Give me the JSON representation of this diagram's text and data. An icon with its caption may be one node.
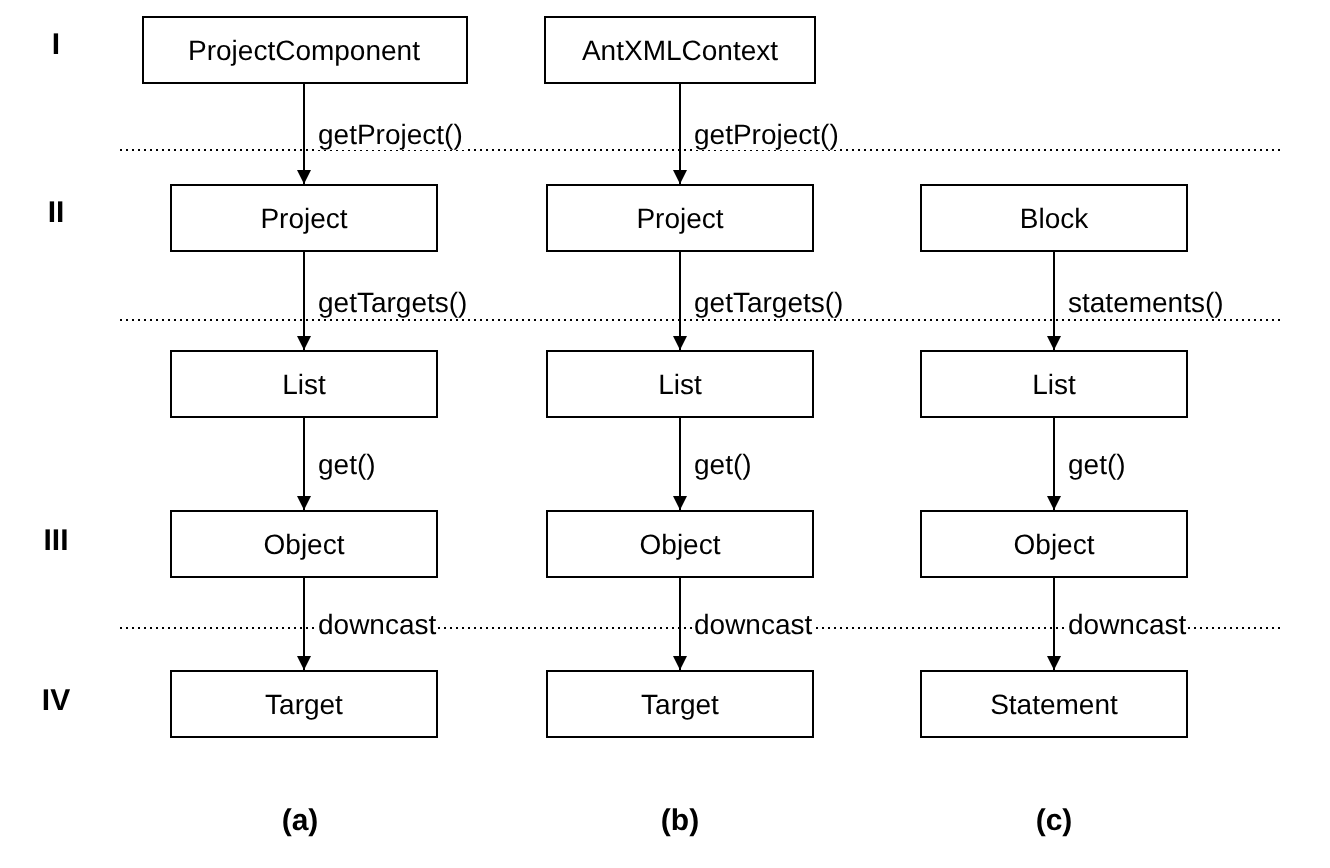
{
  "diagram": {
    "nodes": [
      {
        "text": [
          "ProjectComponent"
        ]
      },
      {
        "text": [
          "Project"
        ]
      },
      {
        "text": [
          "List"
        ]
      },
      {
        "text": [
          "Object"
        ]
      },
      {
        "text": [
          "Target"
        ]
      },
      {
        "text": [
          "AntXMLContext"
        ]
      },
      {
        "text": [
          "Project"
        ]
      },
      {
        "text": [
          "List"
        ]
      },
      {
        "text": [
          "Object"
        ]
      },
      {
        "text": [
          "Target"
        ]
      },
      {
        "text": [
          "Block"
        ]
      },
      {
        "text": [
          "List"
        ]
      },
      {
        "text": [
          "Object"
        ]
      },
      {
        "text": [
          "Statement"
        ]
      }
    ],
    "edges": [
      {
        "from": 0,
        "to": 1,
        "arrow": "to",
        "label": "getProject()"
      },
      {
        "from": 1,
        "to": 2,
        "arrow": "to",
        "label": "getTargets()"
      },
      {
        "from": 2,
        "to": 3,
        "arrow": "to",
        "label": "get()"
      },
      {
        "from": 3,
        "to": 4,
        "arrow": "to",
        "label": "downcast"
      },
      {
        "from": 5,
        "to": 6,
        "arrow": "to",
        "label": "getProject()"
      },
      {
        "from": 6,
        "to": 7,
        "arrow": "to",
        "label": "getTargets()"
      },
      {
        "from": 7,
        "to": 8,
        "arrow": "to",
        "label": "get()"
      },
      {
        "from": 8,
        "to": 9,
        "arrow": "to",
        "label": "downcast"
      },
      {
        "from": 10,
        "to": 11,
        "arrow": "to",
        "label": "statements()"
      },
      {
        "from": 11,
        "to": 12,
        "arrow": "to",
        "label": "get()"
      },
      {
        "from": 12,
        "to": 13,
        "arrow": "to",
        "label": "downcast"
      }
    ],
    "labels": [
      "I",
      "II",
      "III",
      "IV",
      "(a)",
      "(b)",
      "(c)"
    ]
  }
}
